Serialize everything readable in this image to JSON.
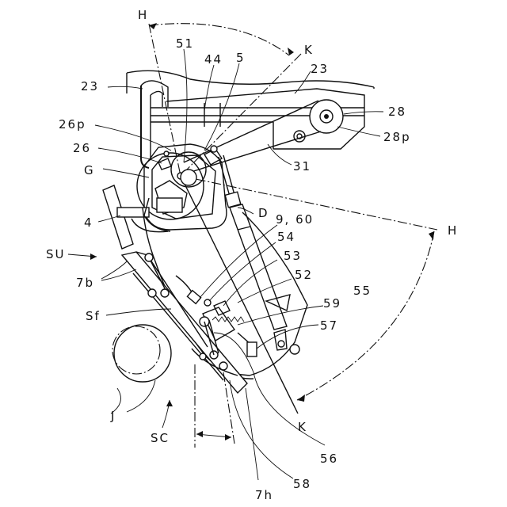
{
  "labels": {
    "H_top": "H",
    "H_right": "H",
    "K_top": "K",
    "K_bottom": "K",
    "n51": "51",
    "n44": "44",
    "n5": "5",
    "n23_left": "23",
    "n23_right": "23",
    "n28": "28",
    "n28p": "28p",
    "n26p": "26p",
    "n26": "26",
    "n31": "31",
    "G": "G",
    "D": "D",
    "n9_60": "9, 60",
    "n4": "4",
    "n54": "54",
    "n53": "53",
    "SU": "SU",
    "n52": "52",
    "n55": "55",
    "n7b": "7b",
    "n59": "59",
    "Sf": "Sf",
    "n57": "57",
    "J": "J",
    "SC": "SC",
    "n56": "56",
    "n58": "58",
    "n7h": "7h"
  }
}
